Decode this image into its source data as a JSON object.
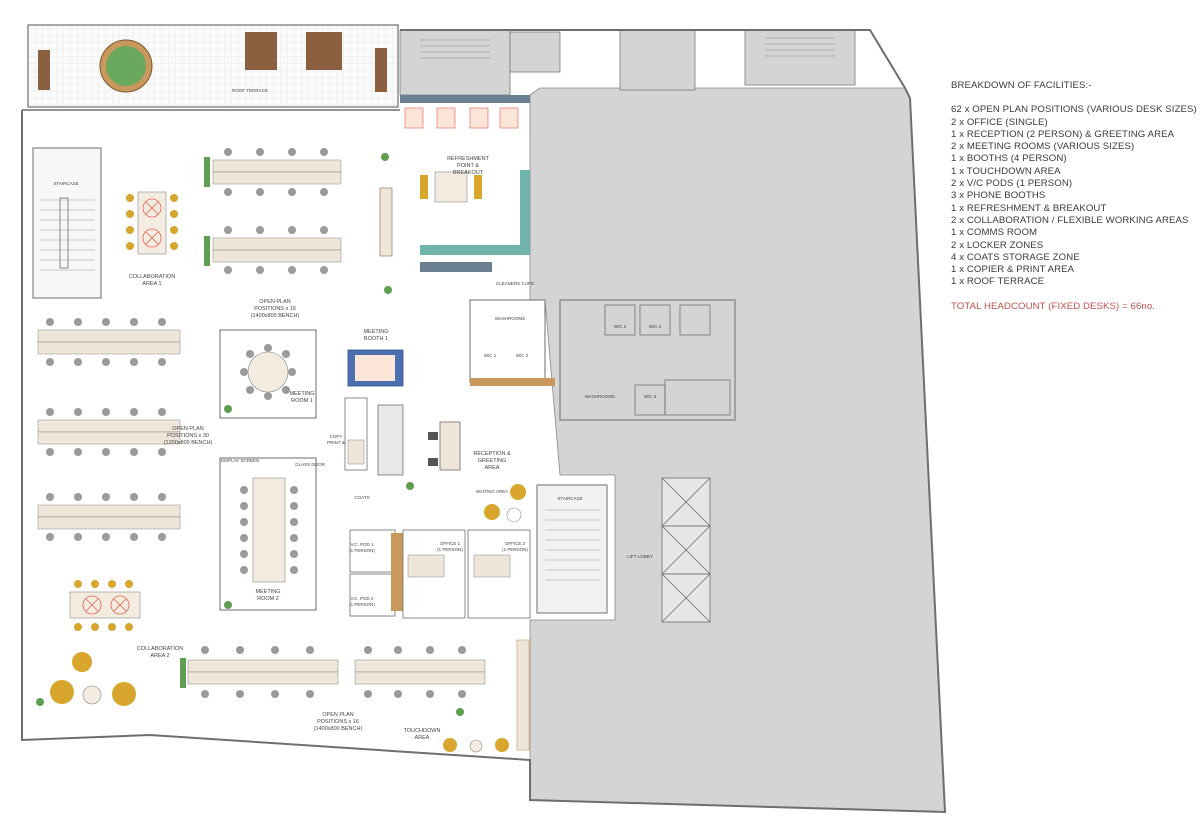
{
  "legend": {
    "title": "BREAKDOWN OF FACILITIES:-",
    "items": [
      "62 x OPEN PLAN POSITIONS (VARIOUS DESK SIZES)",
      "2 x OFFICE (SINGLE)",
      "1 x RECEPTION (2 PERSON) & GREETING AREA",
      "2 x MEETING ROOMS (VARIOUS SIZES)",
      "1 x BOOTHS (4 PERSON)",
      "1 x TOUCHDOWN AREA",
      "2 x V/C PODS (1 PERSON)",
      "3 x PHONE BOOTHS",
      "1 x REFRESHMENT & BREAKOUT",
      "2 x COLLABORATION / FLEXIBLE WORKING AREAS",
      "1 x COMMS ROOM",
      "2 x LOCKER ZONES",
      "4 x COATS STORAGE ZONE",
      "1 x COPIER & PRINT AREA",
      "1 x ROOF TERRACE"
    ],
    "total": "TOTAL HEADCOUNT (FIXED DESKS) = 66no."
  },
  "labels": {
    "roof_terrace": "ROOF TERRACE",
    "refreshment": "REFRESHMENT",
    "point_breakout": "POINT &",
    "breakout": "BREAKOUT",
    "staircase": "STAIRCASE",
    "collab1_a": "COLLABORATION",
    "collab1_b": "AREA 1",
    "openplan14_a": "OPEN PLAN",
    "openplan14_b": "POSITIONS x 16",
    "openplan14_c": "(1400x800 BENCH)",
    "meeting_booth_a": "MEETING",
    "meeting_booth_b": "BOOTH 1",
    "washrooms_a": "WASHROOMS",
    "washrooms_b": "WASHROOMS",
    "openplan30_a": "OPEN PLAN",
    "openplan30_b": "POSITIONS x 30",
    "openplan30_c": "(1200x800 BENCH)",
    "meeting1_a": "MEETING",
    "meeting1_b": "ROOM 1",
    "copy_print": "COPY",
    "copy_print_b": "PRINT &",
    "reception_a": "RECEPTION &",
    "reception_b": "GREETING",
    "reception_c": "AREA",
    "coats": "COATS",
    "waiting_area": "WAITING AREA",
    "meeting2_a": "MEETING",
    "meeting2_b": "ROOM 2",
    "vcpod1_a": "V.C. POD 1",
    "vcpod1_b": "(1 PERSON)",
    "vcpod2_a": "V.C. POD 2",
    "vcpod2_b": "(1 PERSON)",
    "office1_a": "OFFICE 1",
    "office1_b": "(1 PERSON)",
    "office2_a": "OFFICE 2",
    "office2_b": "(1 PERSON)",
    "lift_lobby": "LIFT LOBBY",
    "staircase2": "STAIRCASE",
    "collab2_a": "COLLABORATION",
    "collab2_b": "AREA 2",
    "openplan16_a": "OPEN PLAN",
    "openplan16_b": "POSITIONS x 16",
    "openplan16_c": "(1400x800 BENCH)",
    "touchdown_a": "TOUCHDOWN",
    "touchdown_b": "AREA",
    "display_screen": "DISPLAY SCREEN",
    "glass_door": "GLASS DOOR",
    "cleaners": "CLEANERS CUPD",
    "wc1": "W/C 1",
    "wc2": "W/C 2",
    "wc3": "W/C 3",
    "wc4": "W/C 4",
    "wc5": "W/C 5"
  },
  "colors": {
    "wall": "#6e6e6e",
    "shaded_area": "#d4d4d4",
    "desk": "#efe6da",
    "chair": "#9a9a9a",
    "accent_orange": "#e8a090",
    "accent_yellow": "#d8a62c",
    "accent_teal": "#6fb3aa",
    "plant": "#5f9e50",
    "legend_text": "#3a3a3a",
    "total_text": "#c0504d"
  }
}
